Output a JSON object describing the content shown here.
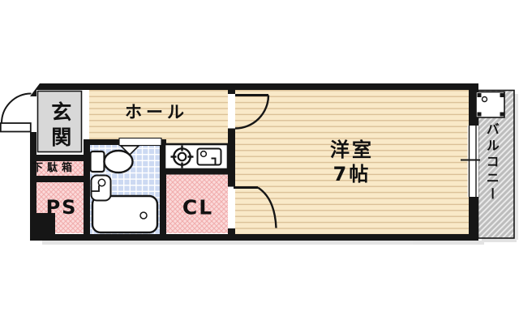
{
  "plan": {
    "rooms": {
      "genkan": "玄関",
      "shoe_cabinet": "下駄箱",
      "pipe_space": "PS",
      "hall": "ホール",
      "closet": "CL",
      "western_room": "洋室",
      "western_room_size": "7帖",
      "balcony": "バルコニー"
    },
    "fixtures": [
      "entrance-door-swing-icon",
      "toilet-icon",
      "washbasin-icon",
      "bathtub-icon",
      "bathroom-door-icon",
      "stove-burner-icon",
      "kitchen-sink-icon",
      "room-door-swing-icon",
      "closet-door-swing-icon",
      "sliding-window-icon",
      "washing-machine-pan-icon"
    ],
    "colors": {
      "wall": "#161616",
      "wood_floor": "#f9e9c8",
      "wood_line": "#d9be94",
      "pink_fill": "#fbdada",
      "pink_line": "#f1aeae",
      "tile_fill": "#ccd9f2",
      "tile_line": "#ffffff",
      "genkan_gray": "#d8d8d8",
      "balcony_fill": "#eaeaea",
      "balcony_stripe": "#bdbdbd"
    }
  }
}
